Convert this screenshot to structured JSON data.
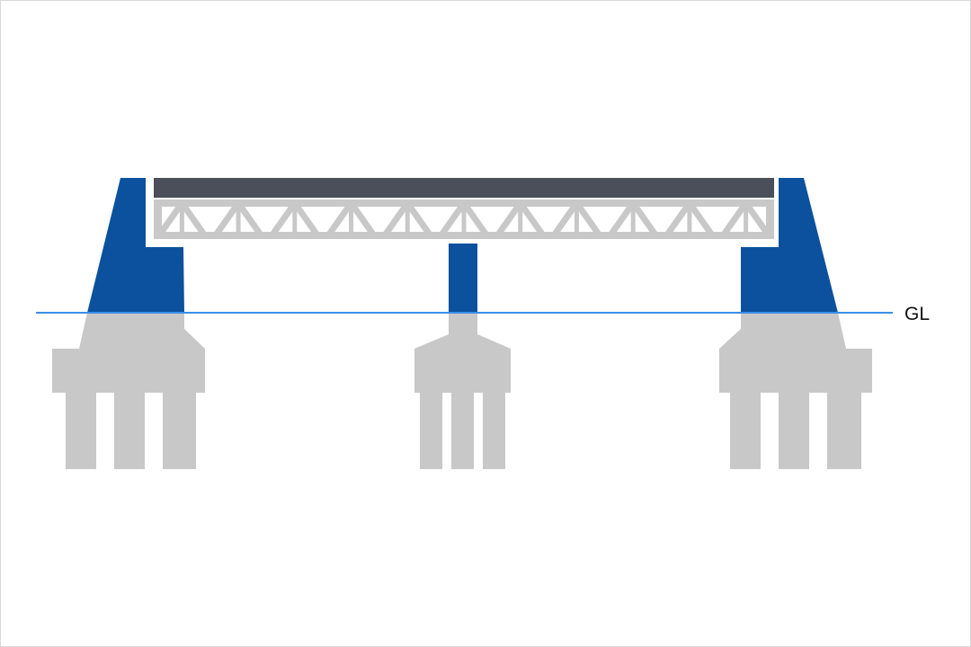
{
  "diagram": {
    "ground_line_label": "GL",
    "colors": {
      "abutment_above_ground": "#0b519d",
      "pier_above_ground": "#0b519d",
      "foundation_below_ground": "#c8c8c8",
      "truss": "#c8c8c8",
      "deck": "#4a4f5a",
      "ground_line": "#3a8ee6",
      "background": "#ffffff",
      "border": "#d9d9d9"
    },
    "components": {
      "left_abutment": "abutment",
      "right_abutment": "abutment",
      "center_pier": "pier",
      "deck": "deck",
      "truss": "truss",
      "ground_line": "ground-line"
    }
  }
}
